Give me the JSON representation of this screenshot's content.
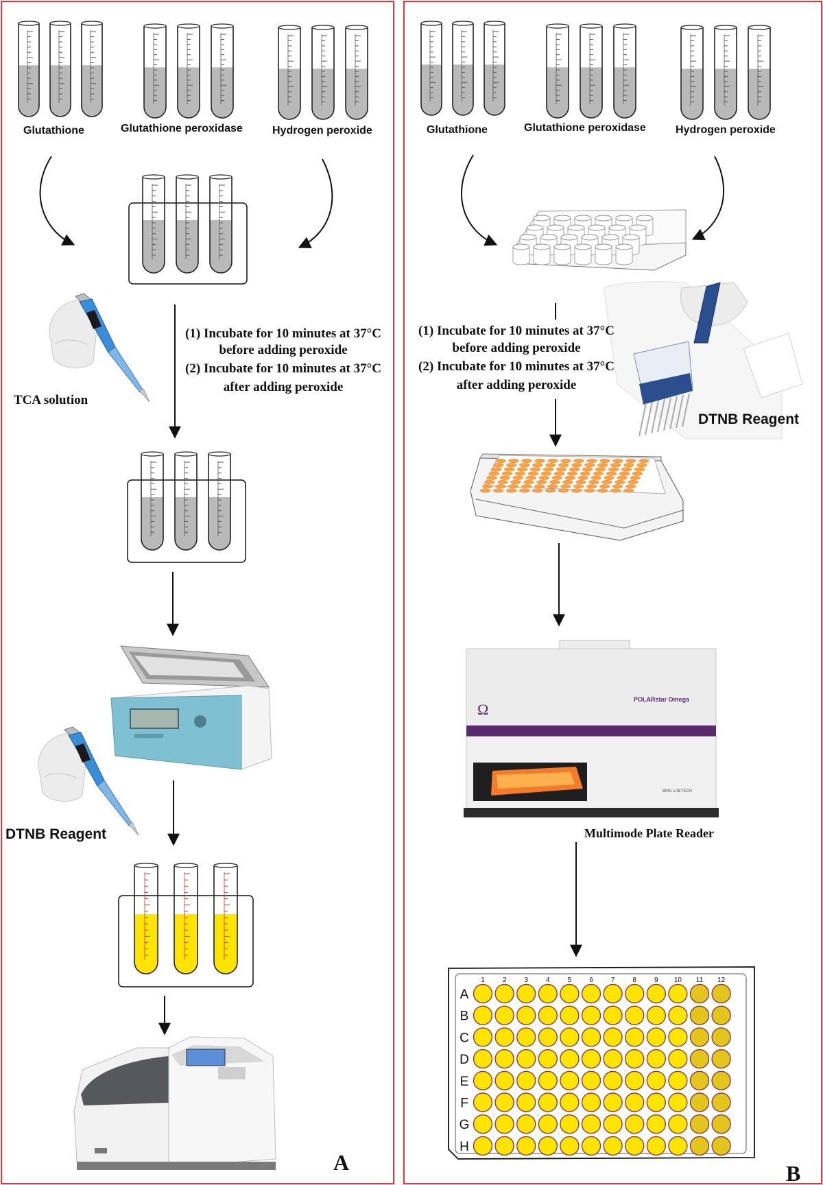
{
  "panel_a": {
    "letter": "A",
    "reagents": [
      "Glutathione",
      "Glutathione peroxidase",
      "Hydrogen peroxide"
    ],
    "steps": [
      "(1) Incubate for 10 minutes at 37°C",
      "before adding peroxide",
      "(2) Incubate for 10 minutes at 37°C",
      "after adding peroxide"
    ],
    "tca_label": "TCA solution",
    "dtnb_label": "DTNB Reagent"
  },
  "panel_b": {
    "letter": "B",
    "reagents": [
      "Glutathione",
      "Glutathione peroxidase",
      "Hydrogen peroxide"
    ],
    "steps": [
      "(1) Incubate for 10 minutes at 37°C",
      "before adding peroxide",
      "(2) Incubate for 10 minutes at 37°C",
      "after adding peroxide"
    ],
    "dtnb_label": "DTNB Reagent",
    "reader_label": "Multimode Plate Reader",
    "reader_brand": "POLARstar Omega",
    "reader_maker": "BMG LABTECH",
    "omega_symbol": "Ω",
    "plate_columns": [
      "1",
      "2",
      "3",
      "4",
      "5",
      "6",
      "7",
      "8",
      "9",
      "10",
      "11",
      "12"
    ],
    "plate_rows": [
      "A",
      "B",
      "C",
      "D",
      "E",
      "F",
      "G",
      "H"
    ]
  },
  "colors": {
    "border": "#e8343a",
    "liquid_gray": "#b9b9b9",
    "liquid_yellow": "#ffe400",
    "well_orange": "#f6a34a",
    "glove": "#ececec",
    "pipette_blue": "#3a8ed8",
    "centrifuge": "#7fc1d3",
    "reader_purple": "#5a2a6e",
    "well_rim": "#8a3b3b"
  }
}
